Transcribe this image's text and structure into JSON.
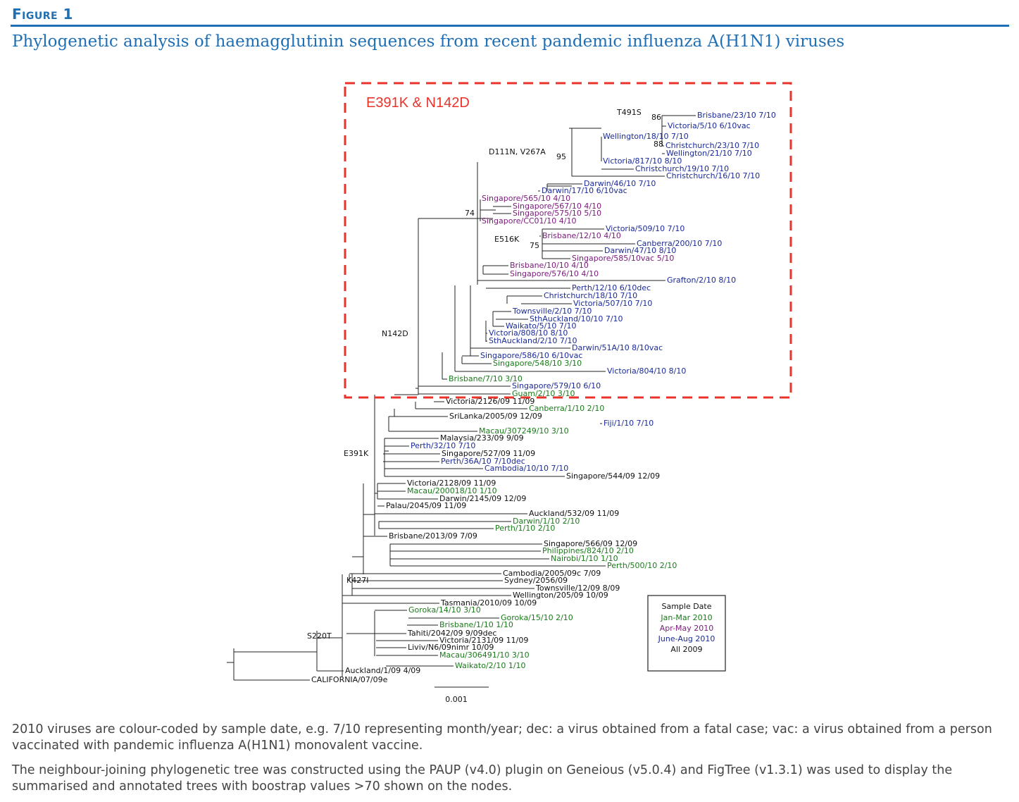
{
  "figure": {
    "label": "Figure 1",
    "title": "Phylogenetic analysis of haemagglutinin sequences from recent pandemic influenza A(H1N1) viruses",
    "box_label": "E391K & N142D",
    "scale_label": "0.001",
    "legend": {
      "title": "Sample Date",
      "items": [
        {
          "label": "Jan-Mar 2010",
          "color": "#1a7a1a"
        },
        {
          "label": "Apr-May 2010",
          "color": "#7a1a7a"
        },
        {
          "label": "June-Aug 2010",
          "color": "#1a2a9a"
        },
        {
          "label": "All 2009",
          "color": "#111111"
        }
      ]
    },
    "node_labels": [
      "T491S",
      "86",
      "D111N, V267A",
      "95",
      "88",
      "74",
      "E516K",
      "75",
      "N142D",
      "E391K",
      "K427I",
      "S220T"
    ],
    "taxa": [
      {
        "name": "Brisbane/23/10 7/10",
        "color": "#1a2a9a"
      },
      {
        "name": "Victoria/5/10 6/10vac",
        "color": "#1a2a9a"
      },
      {
        "name": "Wellington/18/10 7/10",
        "color": "#1a2a9a"
      },
      {
        "name": "Christchurch/23/10 7/10",
        "color": "#1a2a9a"
      },
      {
        "name": "Wellington/21/10 7/10",
        "color": "#1a2a9a"
      },
      {
        "name": "Victoria/817/10 8/10",
        "color": "#1a2a9a"
      },
      {
        "name": "Christchurch/19/10 7/10",
        "color": "#1a2a9a"
      },
      {
        "name": "Christchurch/16/10 7/10",
        "color": "#1a2a9a"
      },
      {
        "name": "Darwin/46/10 7/10",
        "color": "#1a2a9a"
      },
      {
        "name": "Darwin/17/10 6/10vac",
        "color": "#1a2a9a"
      },
      {
        "name": "Singapore/565/10 4/10",
        "color": "#7a1a7a"
      },
      {
        "name": "Singapore/567/10 4/10",
        "color": "#7a1a7a"
      },
      {
        "name": "Singapore/575/10 5/10",
        "color": "#7a1a7a"
      },
      {
        "name": "Singapore/CC01/10 4/10",
        "color": "#7a1a7a"
      },
      {
        "name": "Victoria/509/10 7/10",
        "color": "#1a2a9a"
      },
      {
        "name": "Brisbane/12/10 4/10",
        "color": "#7a1a7a"
      },
      {
        "name": "Canberra/200/10 7/10",
        "color": "#1a2a9a"
      },
      {
        "name": "Darwin/47/10 8/10",
        "color": "#1a2a9a"
      },
      {
        "name": "Singapore/585/10vac 5/10",
        "color": "#7a1a7a"
      },
      {
        "name": "Brisbane/10/10 4/10",
        "color": "#7a1a7a"
      },
      {
        "name": "Singapore/576/10 4/10",
        "color": "#7a1a7a"
      },
      {
        "name": "Grafton/2/10 8/10",
        "color": "#1a2a9a"
      },
      {
        "name": "Perth/12/10 6/10dec",
        "color": "#1a2a9a"
      },
      {
        "name": "Christchurch/18/10 7/10",
        "color": "#1a2a9a"
      },
      {
        "name": "Victoria/507/10 7/10",
        "color": "#1a2a9a"
      },
      {
        "name": "Townsville/2/10 7/10",
        "color": "#1a2a9a"
      },
      {
        "name": "SthAuckland/10/10 7/10",
        "color": "#1a2a9a"
      },
      {
        "name": "Waikato/5/10 7/10",
        "color": "#1a2a9a"
      },
      {
        "name": "Victoria/808/10 8/10",
        "color": "#1a2a9a"
      },
      {
        "name": "SthAuckland/2/10 7/10",
        "color": "#1a2a9a"
      },
      {
        "name": "Darwin/51A/10 8/10vac",
        "color": "#1a2a9a"
      },
      {
        "name": "Singapore/586/10 6/10vac",
        "color": "#1a2a9a"
      },
      {
        "name": "Singapore/548/10 3/10",
        "color": "#1a7a1a"
      },
      {
        "name": "Victoria/804/10 8/10",
        "color": "#1a2a9a"
      },
      {
        "name": "Brisbane/7/10 3/10",
        "color": "#1a7a1a"
      },
      {
        "name": "Singapore/579/10 6/10",
        "color": "#1a2a9a"
      },
      {
        "name": "Guam/2/10 3/10",
        "color": "#1a7a1a"
      },
      {
        "name": "Victoria/2126/09 11/09",
        "color": "#111111"
      },
      {
        "name": "Canberra/1/10 2/10",
        "color": "#1a7a1a"
      },
      {
        "name": "SriLanka/2005/09 12/09",
        "color": "#111111"
      },
      {
        "name": "Fiji/1/10 7/10",
        "color": "#1a2a9a"
      },
      {
        "name": "Macau/307249/10 3/10",
        "color": "#1a7a1a"
      },
      {
        "name": "Malaysia/233/09 9/09",
        "color": "#111111"
      },
      {
        "name": "Perth/32/10 7/10",
        "color": "#1a2a9a"
      },
      {
        "name": "Singapore/527/09 11/09",
        "color": "#111111"
      },
      {
        "name": "Perth/36A/10 7/10dec",
        "color": "#1a2a9a"
      },
      {
        "name": "Cambodia/10/10 7/10",
        "color": "#1a2a9a"
      },
      {
        "name": "Singapore/544/09 12/09",
        "color": "#111111"
      },
      {
        "name": "Victoria/2128/09 11/09",
        "color": "#111111"
      },
      {
        "name": "Macau/200018/10 1/10",
        "color": "#1a7a1a"
      },
      {
        "name": "Darwin/2145/09 12/09",
        "color": "#111111"
      },
      {
        "name": "Palau/2045/09 11/09",
        "color": "#111111"
      },
      {
        "name": "Auckland/532/09 11/09",
        "color": "#111111"
      },
      {
        "name": "Darwin/1/10 2/10",
        "color": "#1a7a1a"
      },
      {
        "name": "Perth/1/10 2/10",
        "color": "#1a7a1a"
      },
      {
        "name": "Brisbane/2013/09 7/09",
        "color": "#111111"
      },
      {
        "name": "Singapore/566/09 12/09",
        "color": "#111111"
      },
      {
        "name": "Philippines/824/10 2/10",
        "color": "#1a7a1a"
      },
      {
        "name": "Nairobi/1/10 1/10",
        "color": "#1a7a1a"
      },
      {
        "name": "Perth/500/10 2/10",
        "color": "#1a7a1a"
      },
      {
        "name": "Cambodia/2005/09c 7/09",
        "color": "#111111"
      },
      {
        "name": "Sydney/2056/09",
        "color": "#111111"
      },
      {
        "name": "Townsville/12/09 8/09",
        "color": "#111111"
      },
      {
        "name": "Wellington/205/09 10/09",
        "color": "#111111"
      },
      {
        "name": "Tasmania/2010/09 10/09",
        "color": "#111111"
      },
      {
        "name": "Goroka/14/10 3/10",
        "color": "#1a7a1a"
      },
      {
        "name": "Goroka/15/10 2/10",
        "color": "#1a7a1a"
      },
      {
        "name": "Brisbane/1/10 1/10",
        "color": "#1a7a1a"
      },
      {
        "name": "Tahiti/2042/09 9/09dec",
        "color": "#111111"
      },
      {
        "name": "Victoria/2131/09 11/09",
        "color": "#111111"
      },
      {
        "name": "Liviv/N6/09nimr 10/09",
        "color": "#111111"
      },
      {
        "name": "Macau/306491/10 3/10",
        "color": "#1a7a1a"
      },
      {
        "name": "Waikato/2/10 1/10",
        "color": "#1a7a1a"
      },
      {
        "name": "Auckland/1/09 4/09",
        "color": "#111111"
      },
      {
        "name": "CALIFORNIA/07/09e",
        "color": "#111111"
      }
    ]
  },
  "caption": {
    "para1": "2010 viruses are colour-coded by sample date, e.g. 7/10 representing month/year; dec: a virus obtained from a fatal case; vac: a virus obtained from a person vaccinated with pandemic influenza A(H1N1) monovalent vaccine.",
    "para2": "The neighbour-joining phylogenetic tree was constructed using the PAUP (v4.0) plugin on Geneious (v5.0.4) and FigTree (v1.3.1) was used to display the summarised and annotated trees with boostrap values >70 shown on the nodes."
  }
}
